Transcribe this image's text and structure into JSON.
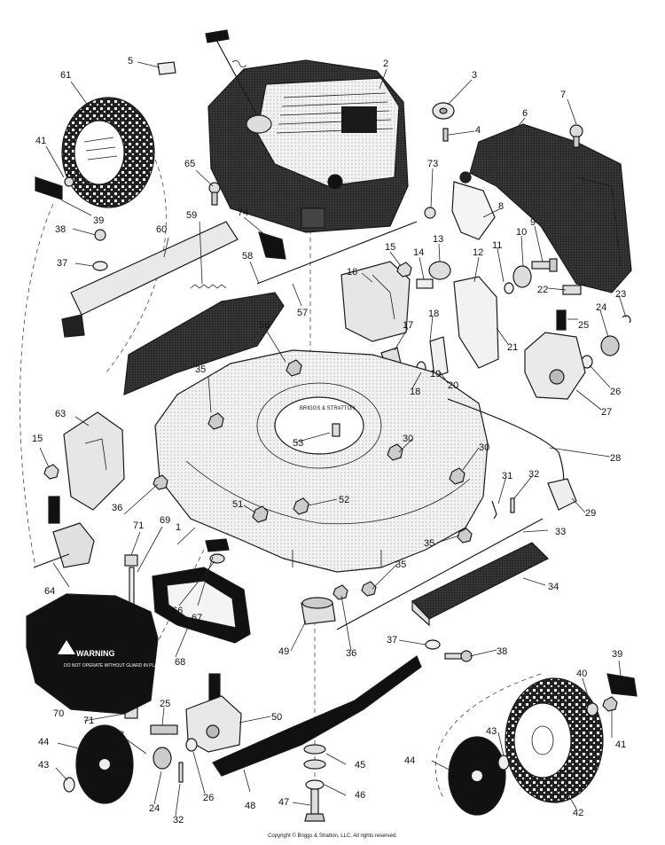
{
  "diagram": {
    "copyright": "Copyright © Briggs & Stratton, LLC. All rights reserved.",
    "warning_title": "WARNING",
    "warning_text": "DO NOT OPERATE WITHOUT GUARD IN PLACE",
    "deck_emblem": "BRIGGS & STRATTON",
    "part_labels": [
      "1",
      "2",
      "3",
      "4",
      "5",
      "6",
      "7",
      "8",
      "9",
      "10",
      "11",
      "12",
      "13",
      "14",
      "15",
      "16",
      "17",
      "18",
      "19",
      "20",
      "21",
      "22",
      "23",
      "24",
      "25",
      "26",
      "27",
      "28",
      "29",
      "30",
      "31",
      "32",
      "33",
      "34",
      "35",
      "36",
      "37",
      "38",
      "39",
      "40",
      "41",
      "42",
      "43",
      "44",
      "45",
      "46",
      "47",
      "48",
      "49",
      "50",
      "51",
      "52",
      "53",
      "56",
      "57",
      "58",
      "59",
      "60",
      "61",
      "63",
      "64",
      "65",
      "66",
      "67",
      "68",
      "69",
      "70",
      "71",
      "73",
      "74"
    ]
  }
}
